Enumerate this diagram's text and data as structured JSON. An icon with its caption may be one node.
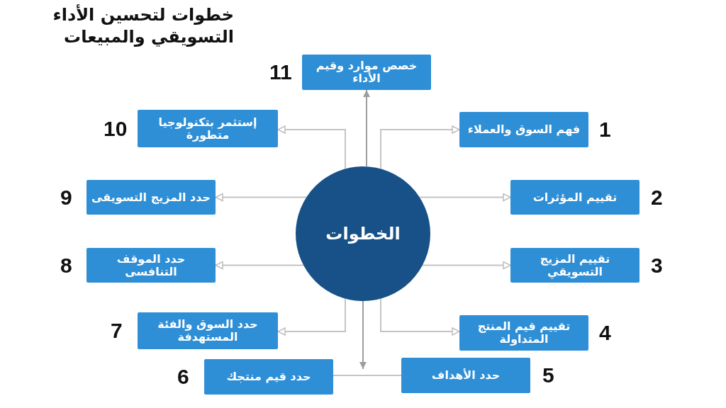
{
  "diagram": {
    "title": "خطوات لتحسين الأداء التسويقي والمبيعات",
    "nodes": [
      {
        "text": [
          "الخطوات"
        ]
      },
      {
        "text": [
          "فهم السوق والعملاء"
        ],
        "beside": [
          "1"
        ]
      },
      {
        "text": [
          "تقييم المؤثرات"
        ],
        "beside": [
          "2"
        ]
      },
      {
        "text": [
          "تقييم المزيج التسويقي"
        ],
        "beside": [
          "3"
        ]
      },
      {
        "text": [
          "تقييم قيم المنتج المتداولة"
        ],
        "beside": [
          "4"
        ]
      },
      {
        "text": [
          "حدد الأهداف"
        ],
        "beside": [
          "5"
        ]
      },
      {
        "text": [
          "حدد قيم منتجك"
        ],
        "beside": [
          "6"
        ]
      },
      {
        "text": [
          "حدد السوق والفئة المستهدفة"
        ],
        "beside": [
          "7"
        ]
      },
      {
        "text": [
          "حدد الموقف التنافسى"
        ],
        "beside": [
          "8"
        ]
      },
      {
        "text": [
          "حدد المزيج التسويقى"
        ],
        "beside": [
          "9"
        ]
      },
      {
        "text": [
          "إستثمر بتكنولوجيا متطورة"
        ],
        "beside": [
          "10"
        ]
      },
      {
        "text": [
          "خصص موارد وقيم الأداء"
        ],
        "beside": [
          "11"
        ]
      }
    ],
    "edges": [
      {
        "from": 0,
        "to": 1,
        "arrow": "to"
      },
      {
        "from": 0,
        "to": 2,
        "arrow": "to"
      },
      {
        "from": 0,
        "to": 3,
        "arrow": "to"
      },
      {
        "from": 0,
        "to": 4,
        "arrow": "to"
      },
      {
        "from": 6,
        "to": 5,
        "arrow": "none"
      },
      {
        "from": 0,
        "to": null,
        "arrow": "to"
      },
      {
        "from": 0,
        "to": 7,
        "arrow": "to"
      },
      {
        "from": 0,
        "to": 8,
        "arrow": "to"
      },
      {
        "from": 0,
        "to": 9,
        "arrow": "to"
      },
      {
        "from": 0,
        "to": 10,
        "arrow": "to"
      },
      {
        "from": 0,
        "to": 11,
        "arrow": "to"
      }
    ]
  }
}
